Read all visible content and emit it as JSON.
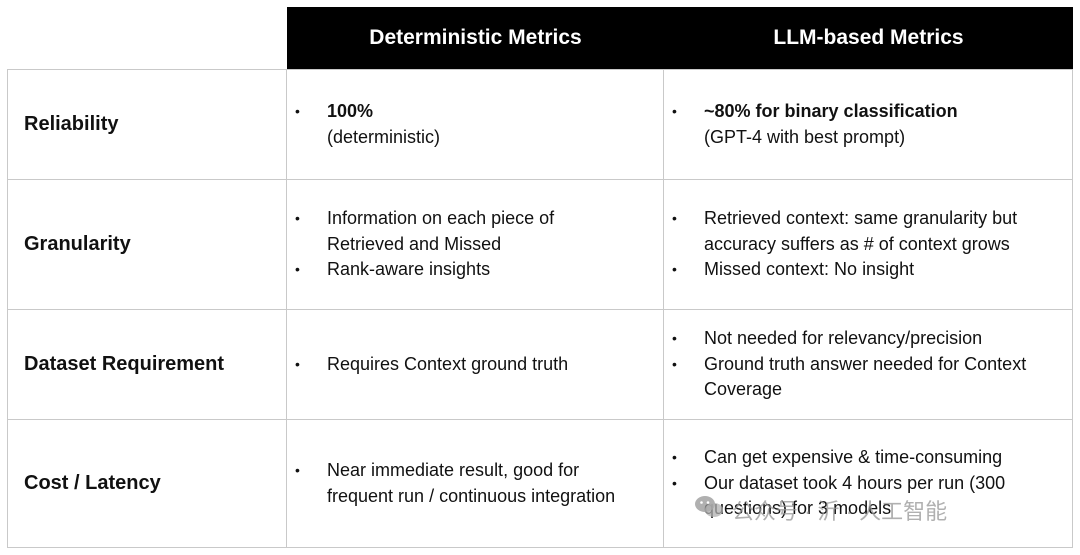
{
  "header": {
    "col1": "Deterministic Metrics",
    "col2": "LLM-based Metrics"
  },
  "rows": [
    {
      "label": "Reliability",
      "det": [
        {
          "bold": "100%",
          "text": "(deterministic)"
        }
      ],
      "llm": [
        {
          "bold": "~80% for binary classification",
          "text": "(GPT-4 with best prompt)"
        }
      ]
    },
    {
      "label": "Granularity",
      "det": [
        {
          "text1": "Information on each piece of",
          "text2": "Retrieved and Missed"
        },
        {
          "text1": "Rank-aware insights"
        }
      ],
      "llm": [
        {
          "text1": "Retrieved context: same granularity but",
          "text2": "accuracy suffers as # of context grows"
        },
        {
          "text1": "Missed context: No insight"
        }
      ]
    },
    {
      "label": "Dataset Requirement",
      "det": [
        {
          "text1": "Requires Context ground truth"
        }
      ],
      "llm": [
        {
          "text1": "Not needed for relevancy/precision"
        },
        {
          "text1": "Ground truth answer needed for Context",
          "text2": "Coverage"
        }
      ]
    },
    {
      "label": "Cost / Latency",
      "det": [
        {
          "text1": "Near immediate result, good for",
          "text2": "frequent run / continuous integration"
        }
      ],
      "llm": [
        {
          "text1": "Can get expensive & time-consuming"
        },
        {
          "text1": "Our dataset took 4 hours per run (300",
          "text2": "questions) for 3 models"
        }
      ]
    }
  ],
  "bullet_glyph": "•",
  "watermark": {
    "text": "公众号 · 沂 · 人工智能",
    "icon": "wechat-icon"
  }
}
